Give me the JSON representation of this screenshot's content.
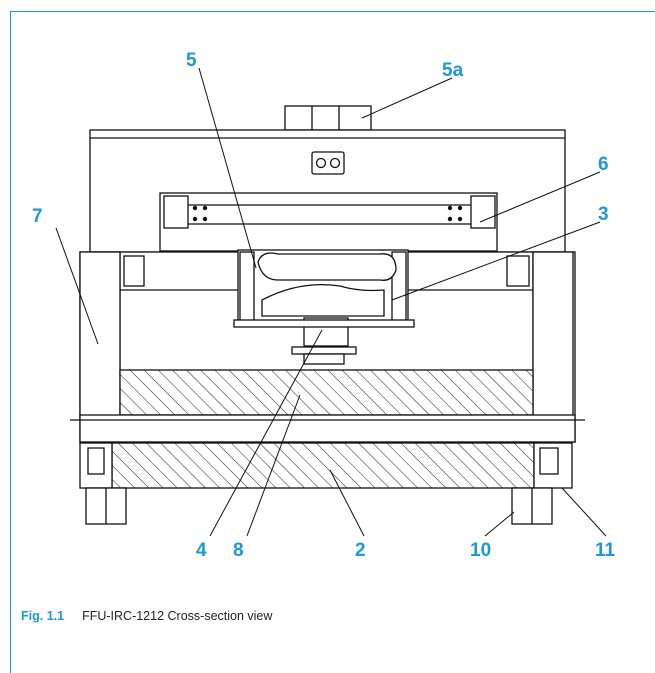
{
  "figure": {
    "label": "Fig. 1.1",
    "caption": "FFU-IRC-1212 Cross-section view"
  },
  "callouts": {
    "c5": "5",
    "c5a": "5a",
    "c6": "6",
    "c7": "7",
    "c3": "3",
    "c4": "4",
    "c8": "8",
    "c2": "2",
    "c10": "10",
    "c11": "11"
  },
  "colors": {
    "accent": "#1a9ad6",
    "line": "#111111"
  }
}
